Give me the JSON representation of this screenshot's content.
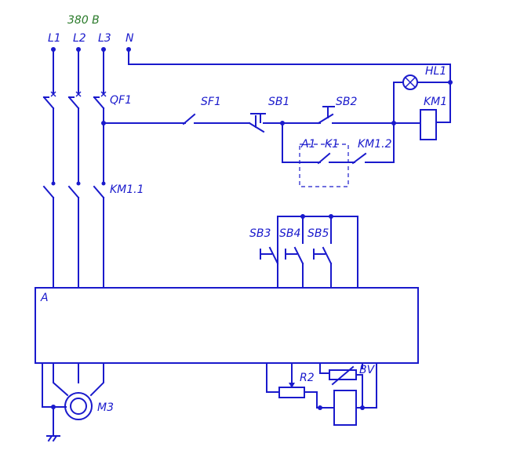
{
  "diagram": {
    "supply_voltage": "380 В",
    "lines": [
      "L1",
      "L2",
      "L3",
      "N"
    ],
    "labels": {
      "qf1": "QF1",
      "km1_1": "KM1.1",
      "sf1": "SF1",
      "sb1": "SB1",
      "sb2": "SB2",
      "hl1": "HL1",
      "km1": "KM1",
      "a1": "A1",
      "k1": "K1",
      "km1_2": "KM1.2",
      "sb3": "SB3",
      "sb4": "SB4",
      "sb5": "SB5",
      "a": "A",
      "m3": "M3",
      "r2": "R2",
      "bv": "BV"
    },
    "colors": {
      "wire": "#1a1acc",
      "voltage": "#2a7a2a"
    }
  }
}
